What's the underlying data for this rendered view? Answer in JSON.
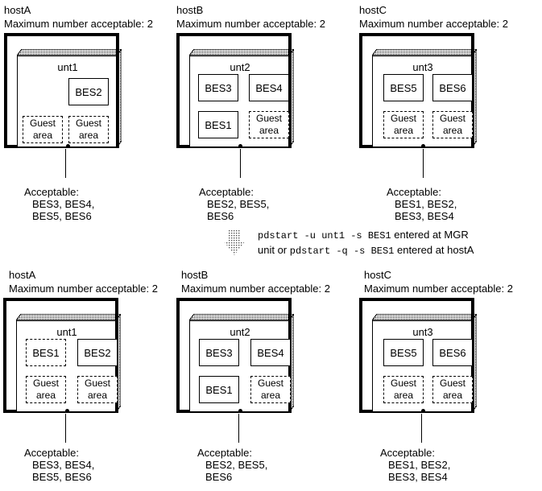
{
  "top": {
    "hostA": {
      "name": "hostA",
      "max": "Maximum number acceptable: 2",
      "unit": "unt1",
      "bes2": "BES2",
      "guest1": [
        "Guest",
        "area"
      ],
      "guest2": [
        "Guest",
        "area"
      ],
      "acc": [
        "Acceptable:",
        "BES3, BES4,",
        "BES5, BES6"
      ]
    },
    "hostB": {
      "name": "hostB",
      "max": "Maximum number acceptable: 2",
      "unit": "unt2",
      "bes3": "BES3",
      "bes4": "BES4",
      "bes1": "BES1",
      "guest": [
        "Guest",
        "area"
      ],
      "acc": [
        "Acceptable:",
        "BES2, BES5,",
        "BES6"
      ]
    },
    "hostC": {
      "name": "hostC",
      "max": "Maximum number acceptable: 2",
      "unit": "unt3",
      "bes5": "BES5",
      "bes6": "BES6",
      "guest1": [
        "Guest",
        "area"
      ],
      "guest2": [
        "Guest",
        "area"
      ],
      "acc": [
        "Acceptable:",
        "BES1, BES2,",
        "BES3, BES4"
      ]
    }
  },
  "command": {
    "line1_cmd": "pdstart -u unt1 -s BES1",
    "line1_suffix": " entered at MGR",
    "line2_prefix": "unit or ",
    "line2_cmd": "pdstart -q -s BES1",
    "line2_suffix": " entered at hostA"
  },
  "bottom": {
    "hostA": {
      "name": "hostA",
      "max": "Maximum number acceptable: 2",
      "unit": "unt1",
      "bes1": "BES1",
      "bes2": "BES2",
      "guest1": [
        "Guest",
        "area"
      ],
      "guest2": [
        "Guest",
        "area"
      ],
      "acc": [
        "Acceptable:",
        "BES3, BES4,",
        "BES5, BES6"
      ]
    },
    "hostB": {
      "name": "hostB",
      "max": "Maximum number acceptable: 2",
      "unit": "unt2",
      "bes3": "BES3",
      "bes4": "BES4",
      "bes1": "BES1",
      "guest": [
        "Guest",
        "area"
      ],
      "acc": [
        "Acceptable:",
        "BES2, BES5,",
        "BES6"
      ]
    },
    "hostC": {
      "name": "hostC",
      "max": "Maximum number acceptable: 2",
      "unit": "unt3",
      "bes5": "BES5",
      "bes6": "BES6",
      "guest1": [
        "Guest",
        "area"
      ],
      "guest2": [
        "Guest",
        "area"
      ],
      "acc": [
        "Acceptable:",
        "BES1, BES2,",
        "BES3, BES4"
      ]
    }
  }
}
